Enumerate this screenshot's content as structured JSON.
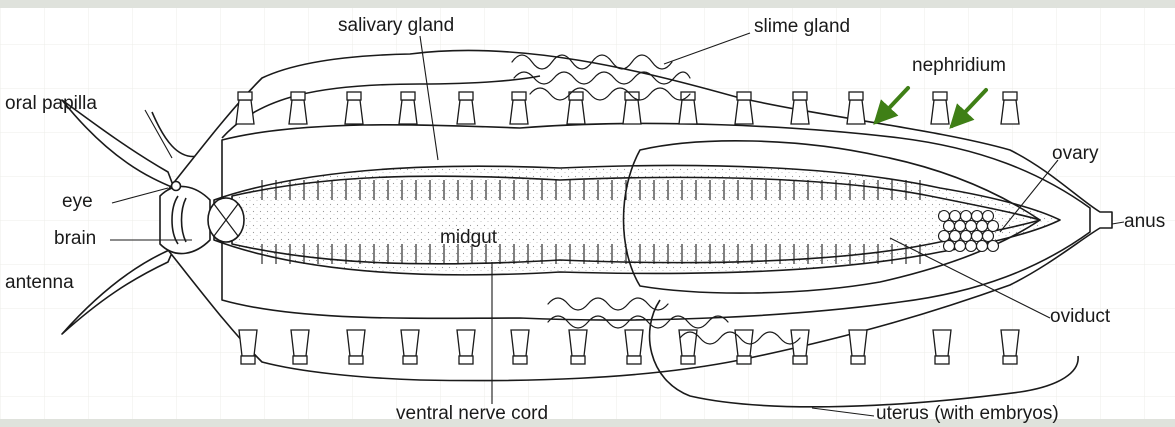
{
  "labels": {
    "salivary_gland": "salivary gland",
    "slime_gland": "slime gland",
    "nephridium": "nephridium",
    "oral_papilla": "oral papilla",
    "ovary": "ovary",
    "eye": "eye",
    "brain": "brain",
    "midgut": "midgut",
    "anus": "anus",
    "antenna": "antenna",
    "oviduct": "oviduct",
    "ventral_nerve_cord": "ventral nerve cord",
    "uterus": "uterus (with embryos)"
  },
  "colors": {
    "background": "#ffffff",
    "border": "#d9dcd6",
    "line": "#1a1a1a",
    "arrow": "#3f7f16",
    "stipple": "#9a9a9a"
  },
  "icons": [
    "arrow-icon"
  ]
}
